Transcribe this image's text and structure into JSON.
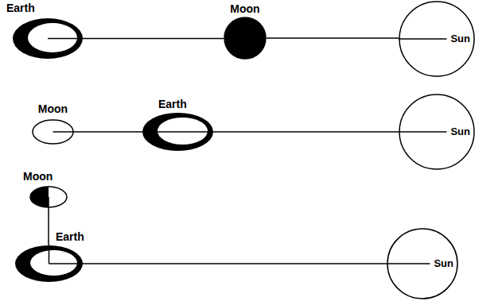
{
  "diagram": {
    "nodes": [
      {
        "text": [
          "Earth"
        ]
      },
      {
        "text": [
          "Moon"
        ]
      },
      {
        "text": [
          "Sun"
        ]
      },
      {
        "text": [
          "Moon"
        ]
      },
      {
        "text": [
          "Earth"
        ]
      },
      {
        "text": [
          "Sun"
        ]
      },
      {
        "text": [
          "Moon"
        ]
      },
      {
        "text": [
          "Earth"
        ]
      },
      {
        "text": [
          "Sun"
        ]
      }
    ],
    "edges": [
      {
        "from": 0,
        "to": 1,
        "arrow": "none"
      },
      {
        "from": 1,
        "to": 2,
        "arrow": "none"
      },
      {
        "from": 3,
        "to": 4,
        "arrow": "none"
      },
      {
        "from": 4,
        "to": 5,
        "arrow": "none"
      },
      {
        "from": 6,
        "to": 7,
        "arrow": "none"
      },
      {
        "from": 7,
        "to": 8,
        "arrow": "none"
      }
    ]
  }
}
